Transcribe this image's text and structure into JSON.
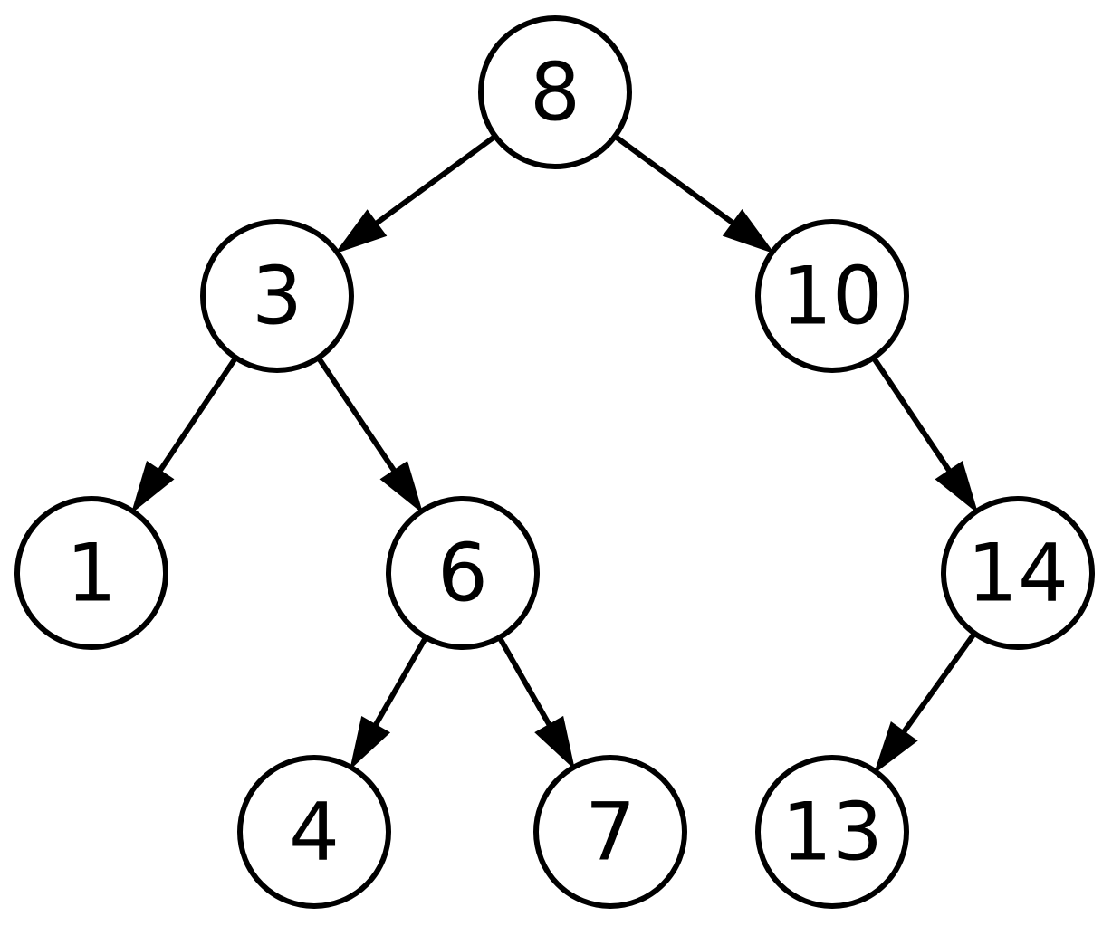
{
  "diagram": {
    "type": "binary-search-tree",
    "stroke_color": "#000000",
    "fill_color": "#ffffff",
    "nodes": [
      {
        "id": "n8",
        "label": "8"
      },
      {
        "id": "n3",
        "label": "3"
      },
      {
        "id": "n10",
        "label": "10"
      },
      {
        "id": "n1",
        "label": "1"
      },
      {
        "id": "n6",
        "label": "6"
      },
      {
        "id": "n14",
        "label": "14"
      },
      {
        "id": "n4",
        "label": "4"
      },
      {
        "id": "n7",
        "label": "7"
      },
      {
        "id": "n13",
        "label": "13"
      }
    ],
    "edges": [
      {
        "from": "n8",
        "to": "n3"
      },
      {
        "from": "n8",
        "to": "n10"
      },
      {
        "from": "n3",
        "to": "n1"
      },
      {
        "from": "n3",
        "to": "n6"
      },
      {
        "from": "n10",
        "to": "n14"
      },
      {
        "from": "n6",
        "to": "n4"
      },
      {
        "from": "n6",
        "to": "n7"
      },
      {
        "from": "n14",
        "to": "n13"
      }
    ]
  }
}
